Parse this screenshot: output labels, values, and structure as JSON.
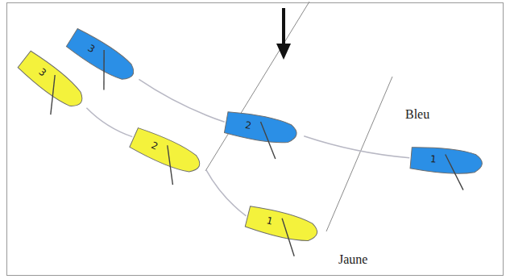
{
  "diagram": {
    "nodes": [
      {
        "text": [
          "3"
        ]
      },
      {
        "text": [
          "2"
        ]
      },
      {
        "text": [
          "1"
        ]
      },
      {
        "text": [
          "3"
        ]
      },
      {
        "text": [
          "2"
        ]
      },
      {
        "text": [
          "1"
        ]
      }
    ],
    "edges": [
      {
        "from": 0,
        "to": 1,
        "arrow": "none"
      },
      {
        "from": 1,
        "to": 2,
        "arrow": "none"
      },
      {
        "from": 3,
        "to": 4,
        "arrow": "none"
      },
      {
        "from": 4,
        "to": 5,
        "arrow": "none"
      }
    ],
    "labels": [
      "Bleu",
      "Jaune"
    ]
  }
}
